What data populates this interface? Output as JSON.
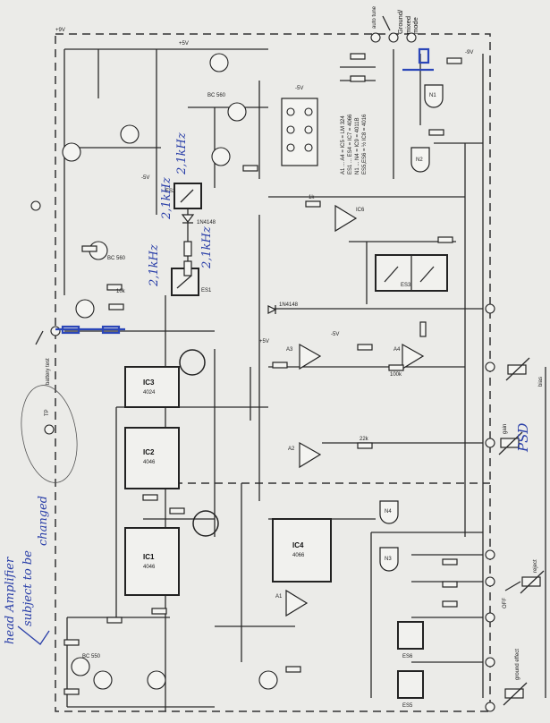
{
  "title": "Metal detector circuit schematic (scanned)",
  "legend": {
    "line1": "A1 ... A4 = IC5 = LM 324",
    "line2": "ES1 ... ES4 = IC7 = 4066",
    "line3": "N1 ... N4 = IC9 = 4011B",
    "line4": "ES5,ES6 = ½ IC8 = 4016"
  },
  "controls": {
    "auto_tune": "auto tune",
    "ground_mode": "Ground/ mixed mode",
    "battery_test": "battery test",
    "psd": "PSD",
    "gain": "gain",
    "bias": "bias",
    "reject": "reject",
    "off": "OFF",
    "ground_effect": "ground effect",
    "tp": "TP"
  },
  "ics": {
    "ic1": {
      "name": "IC1",
      "part": "4046"
    },
    "ic2": {
      "name": "IC2",
      "part": "4046"
    },
    "ic3": {
      "name": "IC3",
      "part": "4024"
    },
    "ic4": {
      "name": "IC4",
      "part": "4066"
    },
    "es1": "ES1",
    "es2": "ES2",
    "es3": "ES3",
    "es5": "ES5",
    "es6": "ES6",
    "a1": "A1",
    "a2": "A2",
    "a3": "A3",
    "a4": "A4",
    "ic6": "IC6",
    "n1": "N1",
    "n2": "N2",
    "n3": "N3",
    "n4": "N4"
  },
  "parts": {
    "bc550": "BC 550",
    "bc560": "BC 560",
    "diode": "1N4148",
    "plus5": "+5V",
    "minus5": "-5V",
    "plus9": "+9V",
    "minus9": "-9V",
    "r1k": "1k",
    "r10k": "10k",
    "r100k": "100k",
    "r22k": "22k"
  },
  "handwritten": {
    "freq1": "2,1kHz",
    "freq2": "2,1kHz",
    "freq3": "2,1kHz",
    "freq4": "2,1kHz",
    "note1": "head Amplifier",
    "note2": "subject to be",
    "note3": "changed"
  }
}
